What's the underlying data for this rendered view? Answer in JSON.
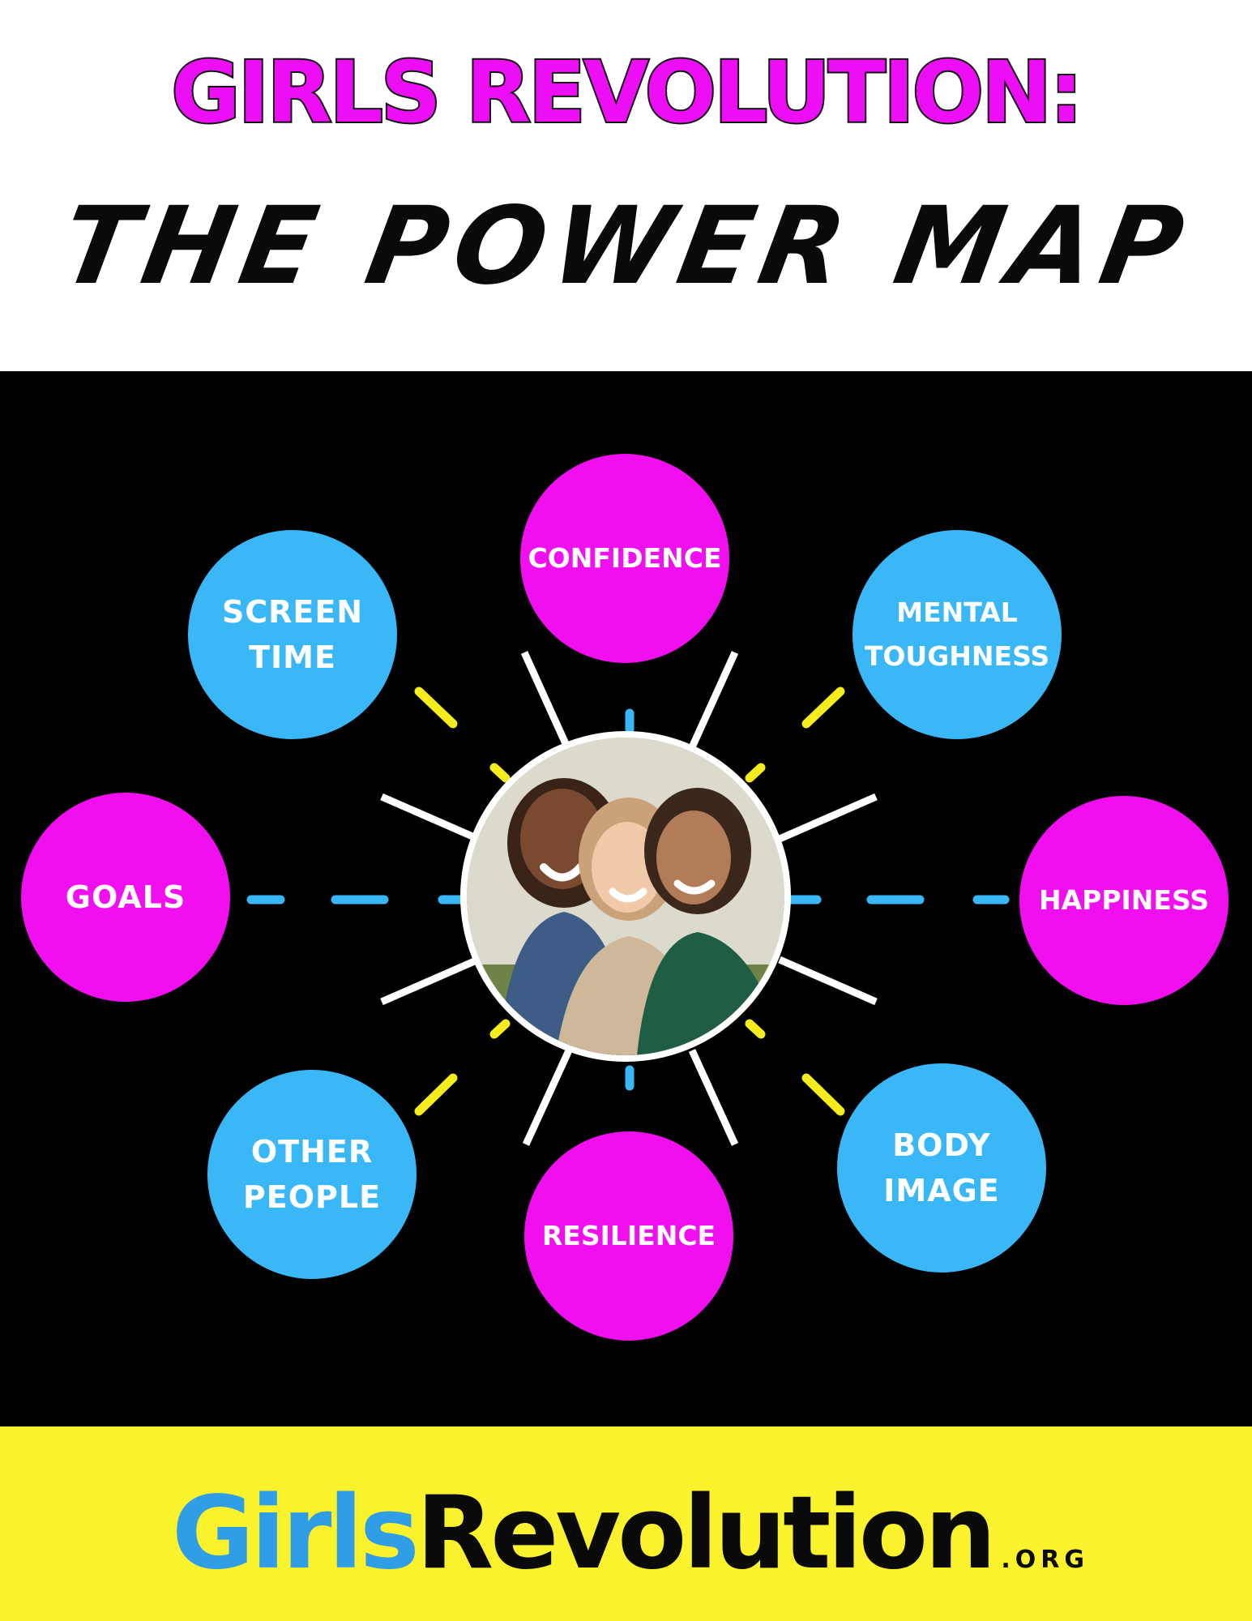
{
  "header": {
    "title_line1": "GIRLS REVOLUTION:",
    "title_line2": "THE POWER MAP"
  },
  "map": {
    "nodes": [
      {
        "label": "CONFIDENCE",
        "color": "#f10ff0"
      },
      {
        "label": "MENTAL\nTOUGHNESS",
        "color": "#3ab7f7"
      },
      {
        "label": "HAPPINESS",
        "color": "#f10ff0"
      },
      {
        "label": "BODY\nIMAGE",
        "color": "#3ab7f7"
      },
      {
        "label": "RESILIENCE",
        "color": "#f10ff0"
      },
      {
        "label": "OTHER\nPEOPLE",
        "color": "#3ab7f7"
      },
      {
        "label": "GOALS",
        "color": "#f10ff0"
      },
      {
        "label": "SCREEN\nTIME",
        "color": "#3ab7f7"
      }
    ],
    "center_image": "three smiling girls photo"
  },
  "colors": {
    "pink": "#f10ff0",
    "blue": "#3ab7f7",
    "yellow_footer": "#fbf22e",
    "yellow_dash": "#f5ec1d",
    "panel_black": "#000000"
  },
  "footer": {
    "logo_part1": "Girls",
    "logo_part2": "Revolution",
    "logo_suffix": ".ORG"
  }
}
